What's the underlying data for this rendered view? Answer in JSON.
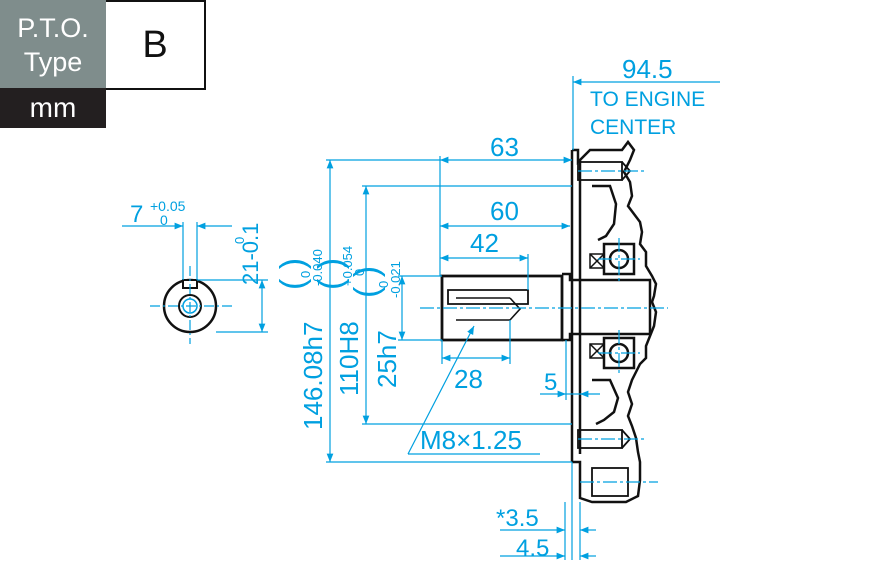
{
  "header": {
    "label_line1": "P.T.O.",
    "label_line2": "Type",
    "type_value": "B",
    "unit": "mm"
  },
  "dimensions": {
    "engine_center_offset": "94.5",
    "engine_center_note_line1": "TO ENGINE",
    "engine_center_note_line2": "CENTER",
    "shaft_len_63": "63",
    "shaft_len_60": "60",
    "keyway_len_42": "42",
    "thread_depth_28": "28",
    "offset_5": "5",
    "thread_spec": "M8×1.25",
    "flange_3_5": "*3.5",
    "flange_4_5": "4.5",
    "key_width": "7",
    "key_width_tol_upper": "+0.05",
    "key_width_tol_lower": "0",
    "key_height": "21-0.1",
    "key_height_tol": "0",
    "shaft_dia": "25h7",
    "shaft_dia_tol_upper": "0",
    "shaft_dia_tol_lower": "-0.021",
    "pilot_dia": "110H8",
    "pilot_dia_tol_upper": "+0.054",
    "pilot_dia_tol_lower": "0",
    "flange_dia": "146.08h7",
    "flange_dia_tol_upper": "0",
    "flange_dia_tol_lower": "-0.040"
  },
  "colors": {
    "dimension": "#00a0e0",
    "outline": "#111111",
    "header_label_bg": "#7f8d8c",
    "header_unit_bg": "#231f20"
  }
}
